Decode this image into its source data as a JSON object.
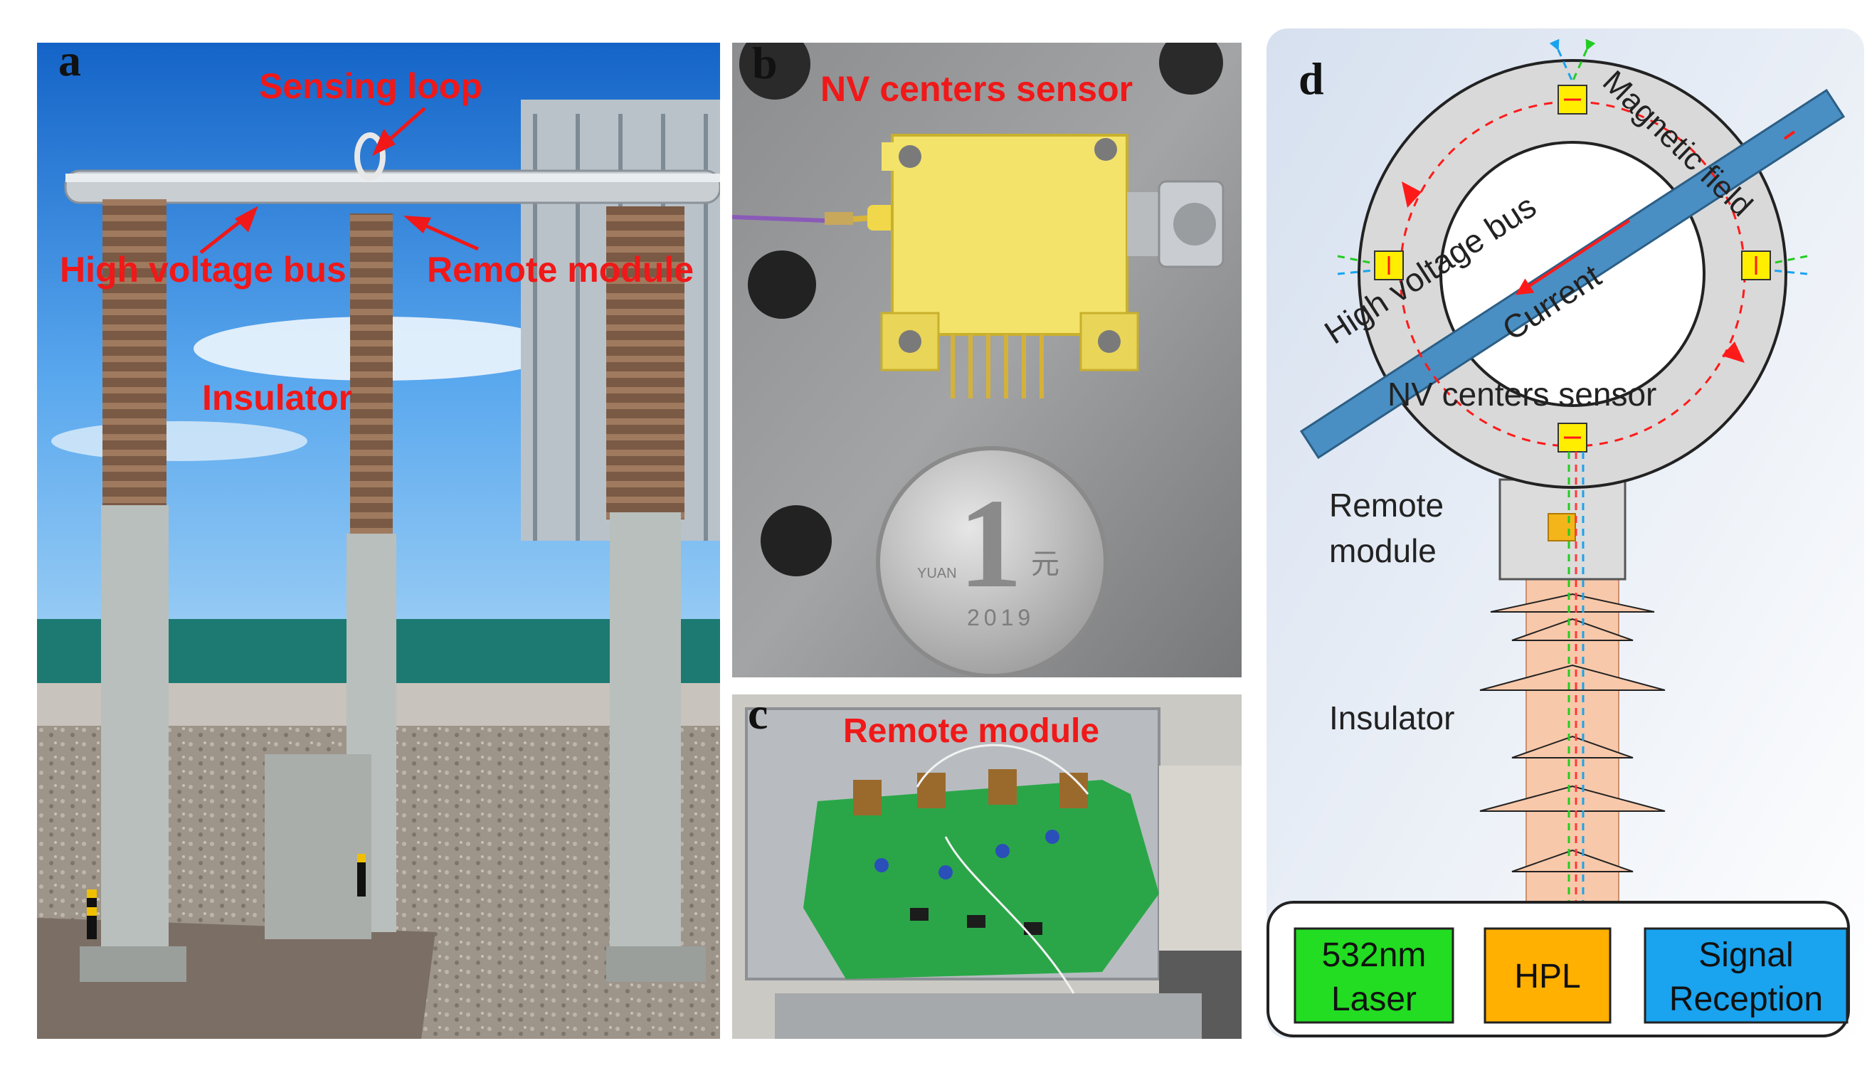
{
  "panel_a": {
    "letter": "a",
    "labels": {
      "sensing_loop": "Sensing loop",
      "high_voltage_bus": "High voltage bus",
      "remote_module": "Remote module",
      "insulator": "Insulator"
    }
  },
  "panel_b": {
    "letter": "b",
    "label": "NV centers sensor",
    "coin": {
      "value": "1",
      "unit": "元",
      "year": "2019",
      "yuan": "YUAN"
    }
  },
  "panel_c": {
    "letter": "c",
    "label": "Remote module"
  },
  "panel_d": {
    "letter": "d",
    "labels": {
      "magnetic_field": "Magnetic field",
      "high_voltage_bus": "High voltage bus",
      "current": "Current",
      "nv_centers_sensor": "NV centers sensor",
      "remote_module_line1": "Remote",
      "remote_module_line2": "module",
      "insulator": "Insulator"
    },
    "boxes": [
      {
        "line1": "532nm",
        "line2": "Laser",
        "color": "#22dd22"
      },
      {
        "line1": "HPL",
        "line2": "",
        "color": "#ffb000"
      },
      {
        "line1": "Signal",
        "line2": "Reception",
        "color": "#1aa3ee"
      }
    ]
  },
  "colors": {
    "label_red": "#f01818",
    "laser_green": "#22dd22",
    "hpl_orange": "#ffb000",
    "signal_blue": "#1aa3ee",
    "bus_blue": "#4a8fc3"
  }
}
